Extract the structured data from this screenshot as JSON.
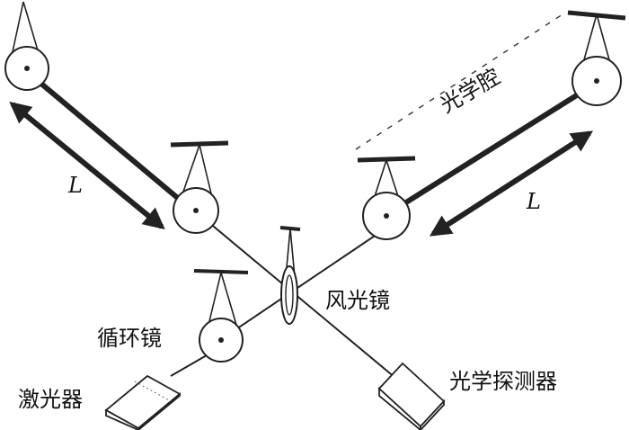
{
  "labels": {
    "cavity": "光学腔",
    "length_left": "L",
    "length_right": "L",
    "wind_mirror": "风光镜",
    "circulating_mirror": "循环镜",
    "laser": "激光器",
    "detector": "光学探测器"
  }
}
